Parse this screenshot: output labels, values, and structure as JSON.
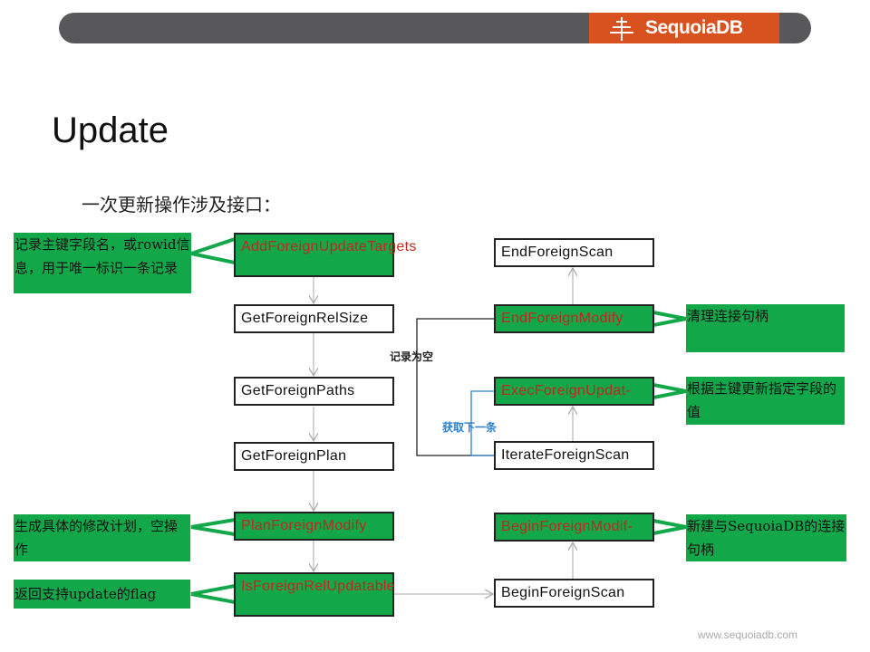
{
  "header": {
    "logo_text": "SequoiaDB",
    "accent": "#d8521f",
    "bar_color": "#58585a"
  },
  "title": "Update",
  "subtitle": "一次更新操作涉及接口：",
  "left_boxes": [
    {
      "label": "AddForeignUpdateTargets",
      "highlight": true
    },
    {
      "label": "GetForeignRelSize",
      "highlight": false
    },
    {
      "label": "GetForeignPaths",
      "highlight": false
    },
    {
      "label": "GetForeignPlan",
      "highlight": false
    },
    {
      "label": "PlanForeignModify",
      "highlight": true
    },
    {
      "label": "IsForeignRelUpdatable",
      "highlight": true
    }
  ],
  "right_boxes": [
    {
      "label": "EndForeignScan",
      "highlight": false
    },
    {
      "label": "EndForeignModify",
      "highlight": true
    },
    {
      "label": "ExecForeignUpdat-",
      "highlight": true
    },
    {
      "label": "IterateForeignScan",
      "highlight": false
    },
    {
      "label": "BeginForeignModif-",
      "highlight": true
    },
    {
      "label": "BeginForeignScan",
      "highlight": false
    }
  ],
  "notes": {
    "add_targets": "记录主键字段名，或rowid信息，用于唯一标识一条记录",
    "plan_modify": "生成具体的修改计划，空操作",
    "is_updatable": "返回支持update的flag",
    "end_modify": "清理连接句柄",
    "exec_update": "根据主键更新指定字段的值",
    "begin_modify": "新建与SequoiaDB的连接句柄"
  },
  "loop_labels": {
    "empty": "记录为空",
    "next": "获取下一条"
  },
  "footer": "www.sequoiadb.com"
}
